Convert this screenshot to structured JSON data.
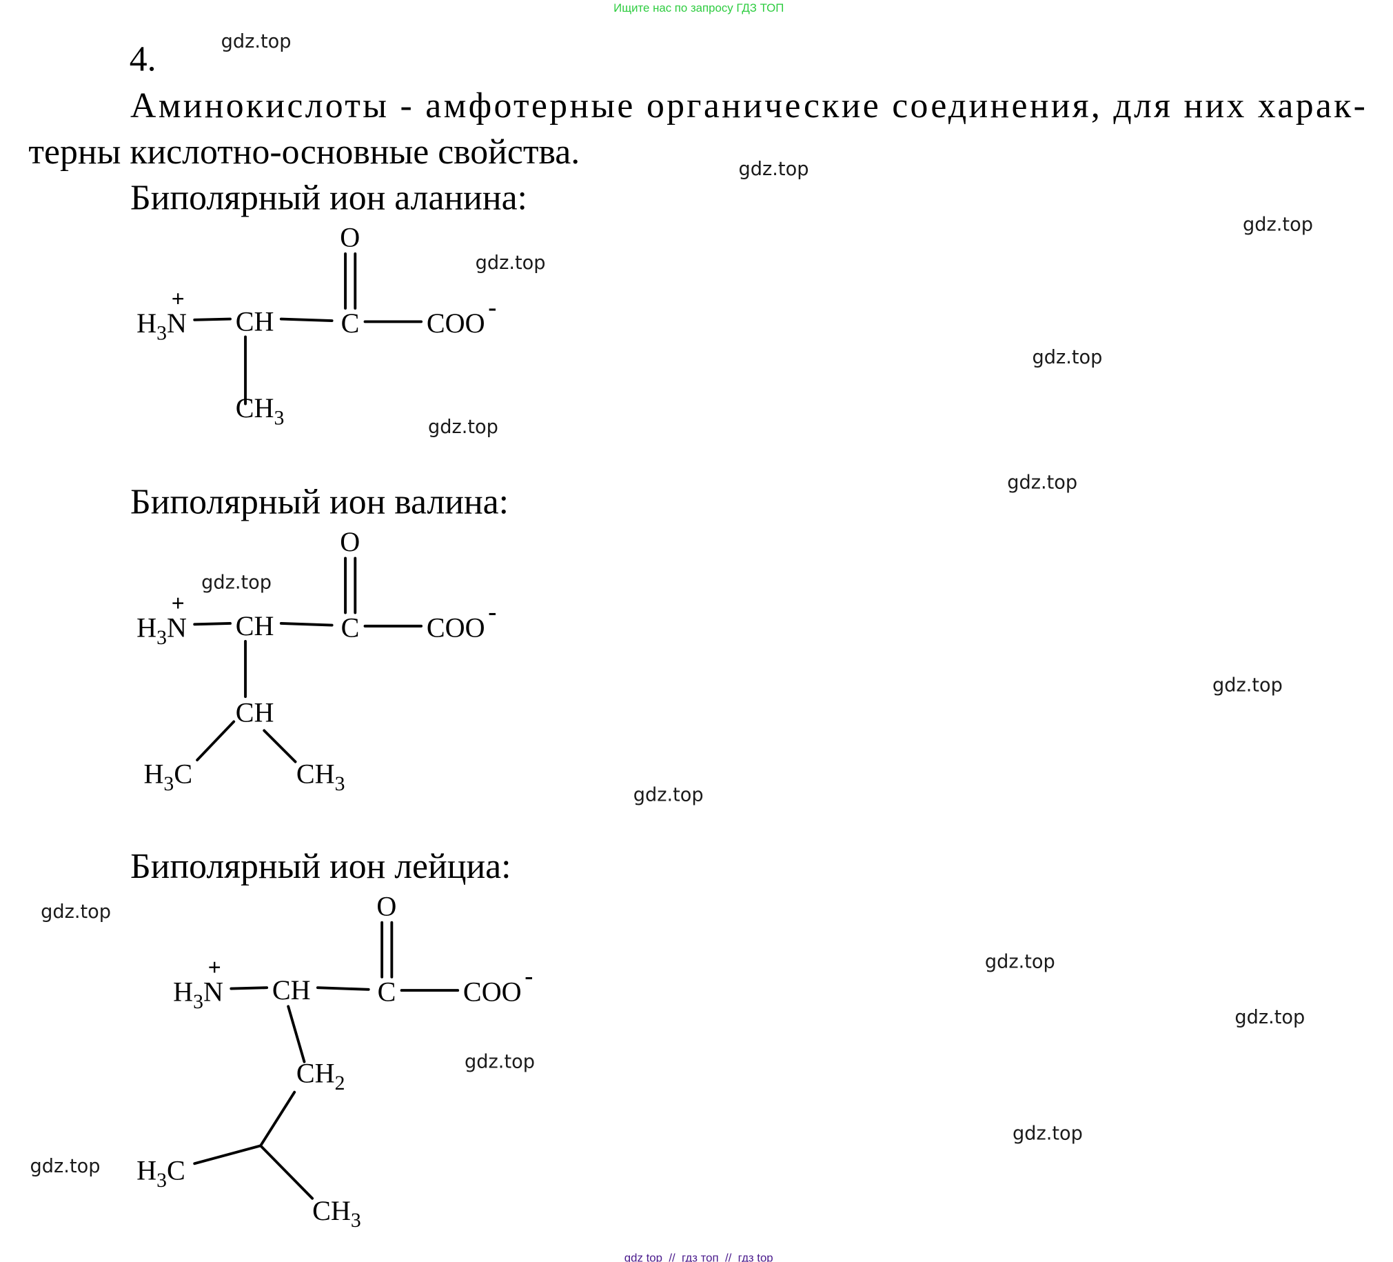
{
  "banner_top": {
    "text": "Ищите нас по запросу ГДЗ ТОП",
    "color": "#2ecc40"
  },
  "banner_bottom": {
    "text": "gdz top  //  гдз топ  //  гдз top",
    "color": "#4a1a8c"
  },
  "task_number": "4.",
  "paragraph": {
    "line1": "Аминокислоты - амфотерные органические соединения, для них харак-",
    "line2": "терны кислотно-основные свойства."
  },
  "structures": [
    {
      "title": "Биполярный ион аланина:",
      "atoms": {
        "amine": [
          "H",
          "3",
          "N"
        ],
        "charge_plus": "+",
        "ch": [
          "CH"
        ],
        "c": [
          "C"
        ],
        "o": [
          "O"
        ],
        "coo": [
          "COO"
        ],
        "charge_minus": "-",
        "side": [
          [
            "CH",
            "3",
            ""
          ]
        ]
      }
    },
    {
      "title": "Биполярный ион валина:",
      "atoms": {
        "amine": [
          "H",
          "3",
          "N"
        ],
        "charge_plus": "+",
        "ch": [
          "CH"
        ],
        "c": [
          "C"
        ],
        "o": [
          "O"
        ],
        "coo": [
          "COO"
        ],
        "charge_minus": "-",
        "side": [
          [
            "CH"
          ],
          [
            "H",
            "3",
            "C"
          ],
          [
            "CH",
            "3",
            ""
          ]
        ]
      }
    },
    {
      "title": "Биполярный ион лейциа:",
      "atoms": {
        "amine": [
          "H",
          "3",
          "N"
        ],
        "charge_plus": "+",
        "ch": [
          "CH"
        ],
        "c": [
          "C"
        ],
        "o": [
          "O"
        ],
        "coo": [
          "COO"
        ],
        "charge_minus": "-",
        "side": [
          [
            "CH",
            "2",
            ""
          ],
          [
            "H",
            "3",
            "C"
          ],
          [
            "CH",
            "3",
            ""
          ]
        ]
      }
    }
  ],
  "watermarks": [
    "gdz.top",
    "gdz.top",
    "gdz.top",
    "gdz.top",
    "gdz.top",
    "gdz.top",
    "gdz.top",
    "gdz.top",
    "gdz.top",
    "gdz.top",
    "gdz.top",
    "gdz.top",
    "gdz.top",
    "gdz.top",
    "gdz.top",
    "gdz.top"
  ]
}
